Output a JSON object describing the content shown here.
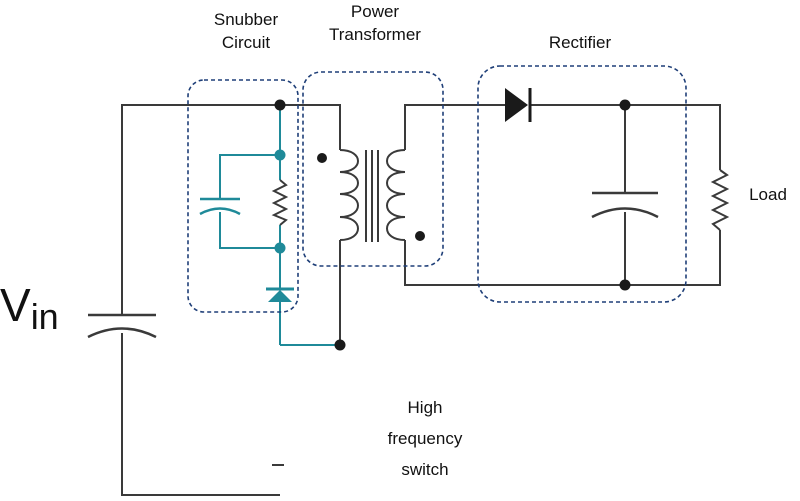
{
  "labels": {
    "snubber_line1": "Snubber",
    "snubber_line2": "Circuit",
    "power_line1": "Power",
    "power_line2": "Transformer",
    "rectifier": "Rectifier",
    "load": "Load",
    "vin_main": "V",
    "vin_sub": "in",
    "switch_line1": "High",
    "switch_line2": "frequency",
    "switch_line3": "switch"
  },
  "colors": {
    "wire": "#3a3a3a",
    "snubber_wire": "#1f8a99",
    "snubber_dot": "#1f8a99",
    "group_outline": "#1f3f78",
    "dot": "#1a1a1a"
  }
}
